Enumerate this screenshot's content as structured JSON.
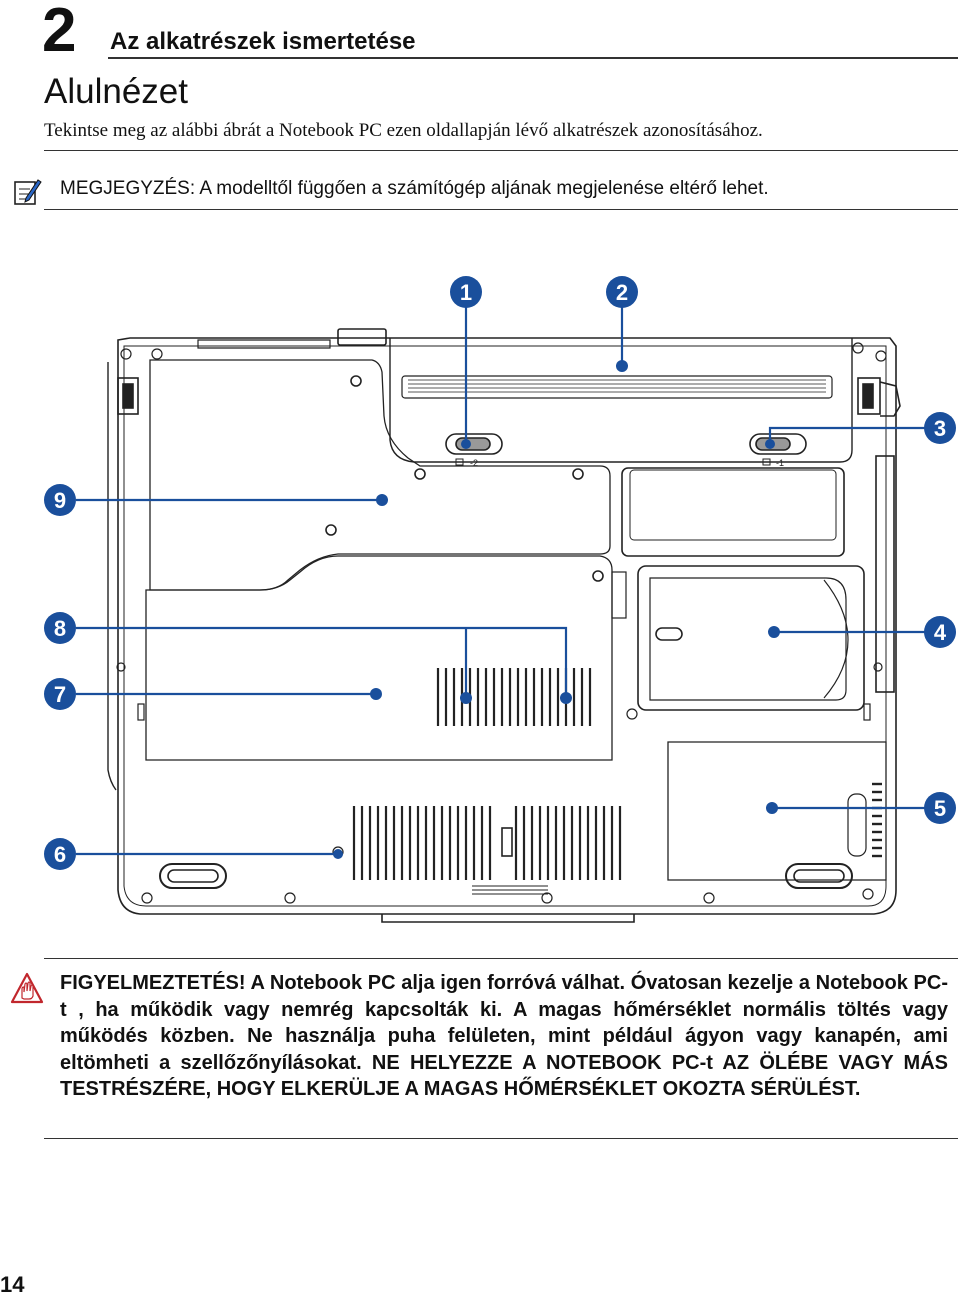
{
  "header": {
    "chapter_number": "2",
    "chapter_title": "Az alkatrészek ismertetése"
  },
  "section": {
    "title": "Alulnézet",
    "intro": "Tekintse meg az alábbi ábrát a Notebook PC ezen oldallapján lévő alkatrészek azonosításához."
  },
  "note": {
    "icon": "note-pencil-icon",
    "text": "MEGJEGYZÉS: A modelltől függően a számítógép aljának megjelenése eltérő lehet."
  },
  "diagram": {
    "callouts": [
      "1",
      "2",
      "3",
      "4",
      "5",
      "6",
      "7",
      "8",
      "9"
    ],
    "latch_labels": [
      "-2",
      "-1"
    ],
    "accent_color": "#1a4f9c"
  },
  "warning": {
    "icon": "warning-hand-icon",
    "text": "FIGYELMEZTETÉS! A Notebook PC alja igen forróvá válhat. Óvatosan kezelje a Notebook PC-t , ha működik vagy nemrég kapcsolták ki. A magas hőmérséklet normális töltés vagy működés közben. Ne használja puha felületen, mint például ágyon vagy kanapén, ami eltömheti a szellőzőnyílásokat. NE HELYEZZE A NOTEBOOK PC-t AZ ÖLÉBE VAGY MÁS TESTRÉSZÉRE, HOGY ELKERÜLJE A MAGAS HŐMÉRSÉKLET OKOZTA SÉRÜLÉST."
  },
  "page_number": "14"
}
